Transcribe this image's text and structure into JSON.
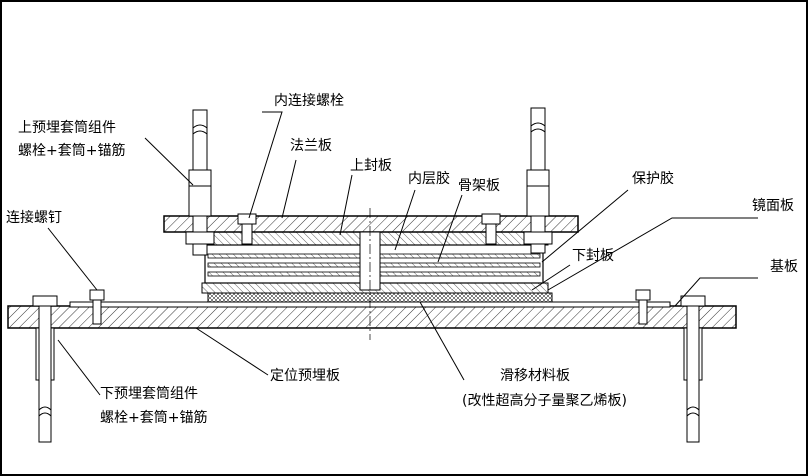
{
  "labels": {
    "inner_bolt": "内连接螺栓",
    "upper_sleeve_1": "上预埋套筒组件",
    "upper_sleeve_2": "螺栓+套筒+锚筋",
    "flange_plate": "法兰板",
    "upper_seal_plate": "上封板",
    "inner_rubber": "内层胶",
    "frame_plate": "骨架板",
    "protective_rubber": "保护胶",
    "mirror_plate": "镜面板",
    "connecting_screw": "连接螺钉",
    "lower_seal_plate": "下封板",
    "base_plate": "基板",
    "positioning_plate": "定位预埋板",
    "lower_sleeve_1": "下预埋套筒组件",
    "lower_sleeve_2": "螺栓+套筒+锚筋",
    "slide_material_1": "滑移材料板",
    "slide_material_2": "(改性超高分子量聚乙烯板)"
  }
}
